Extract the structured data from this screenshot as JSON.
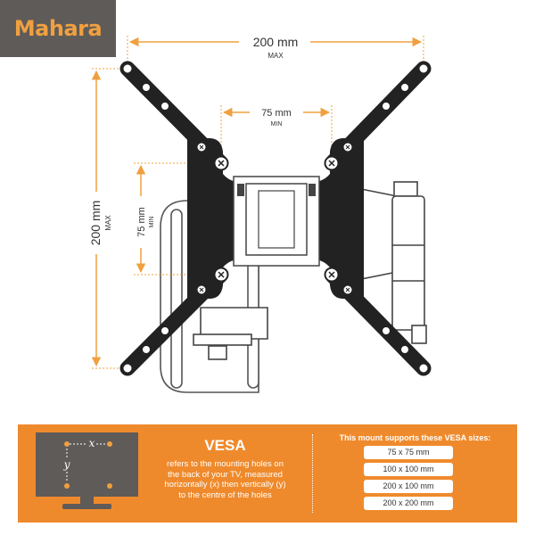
{
  "brand": {
    "name": "Mahara",
    "color": "#f0a040"
  },
  "dimensions": {
    "outer_horizontal": {
      "value": "200 mm",
      "qualifier": "MAX"
    },
    "inner_horizontal": {
      "value": "75 mm",
      "qualifier": "MIN"
    },
    "outer_vertical": {
      "value": "200 mm",
      "qualifier": "MAX"
    },
    "inner_vertical": {
      "value": "75 mm",
      "qualifier": "MIN"
    },
    "arrow_color": "#f0a040"
  },
  "info_panel": {
    "background": "#ef8a2c",
    "tv_labels": {
      "x": "x",
      "y": "y"
    },
    "title": "VESA",
    "description_lines": [
      "refers to the mounting holes on",
      "the back of your TV, measured",
      "horizontally (x) then vertically (y)",
      "to the centre of the holes"
    ],
    "sizes_title": "This mount supports these VESA sizes:",
    "sizes": [
      "75 x 75 mm",
      "100 x 100 mm",
      "200 x 100 mm",
      "200 x 200 mm"
    ]
  }
}
